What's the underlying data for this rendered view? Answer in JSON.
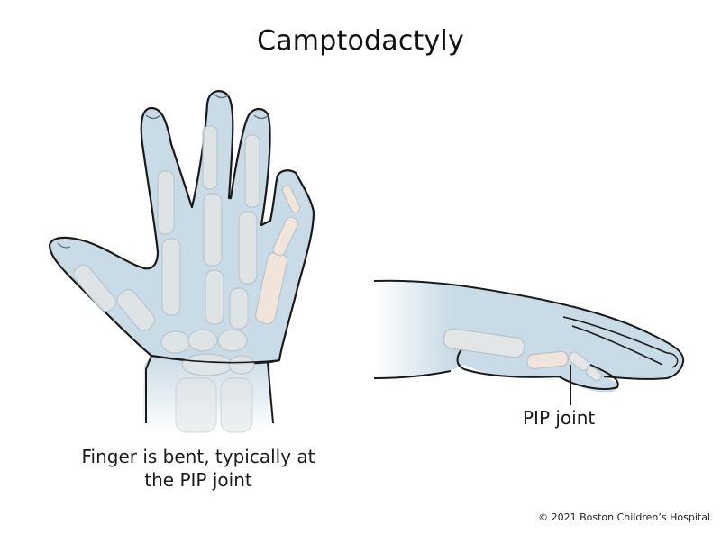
{
  "title": "Camptodactyly",
  "figures": [
    {
      "id": "front-view-hand",
      "description": "Palm-side view of a hand with skeleton showing the little finger bent",
      "caption_line1": "Finger is bent, typically at",
      "caption_line2": "the PIP joint"
    },
    {
      "id": "side-view-hand",
      "description": "Side view of a hand showing the bent finger",
      "label": "PIP joint"
    }
  ],
  "copyright": "© 2021 Boston Children’s Hospital",
  "colors": {
    "skin": "#c9dbe6",
    "skin_outline": "#1a1a1a",
    "bone": "#e4e6e4",
    "affected_bone": "#f1e4da",
    "bone_outline": "#b9c3c9"
  }
}
